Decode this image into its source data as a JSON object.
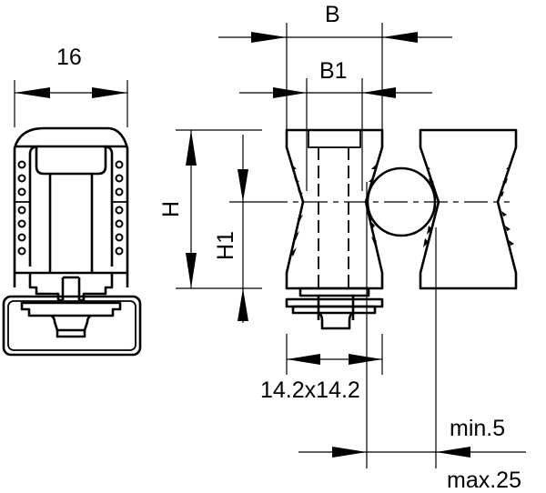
{
  "drawing": {
    "type": "technical-dimension-drawing",
    "views": [
      "end-view",
      "front-view-with-pipe",
      "counterpart-clamp-half"
    ],
    "dimensions": {
      "width_16": "16",
      "B": "B",
      "B1": "B1",
      "H": "H",
      "H1": "H1",
      "square": "14.2x14.2",
      "min": "min.5",
      "max": "max.25"
    },
    "colors": {
      "line": "#000000",
      "background": "#ffffff"
    }
  }
}
